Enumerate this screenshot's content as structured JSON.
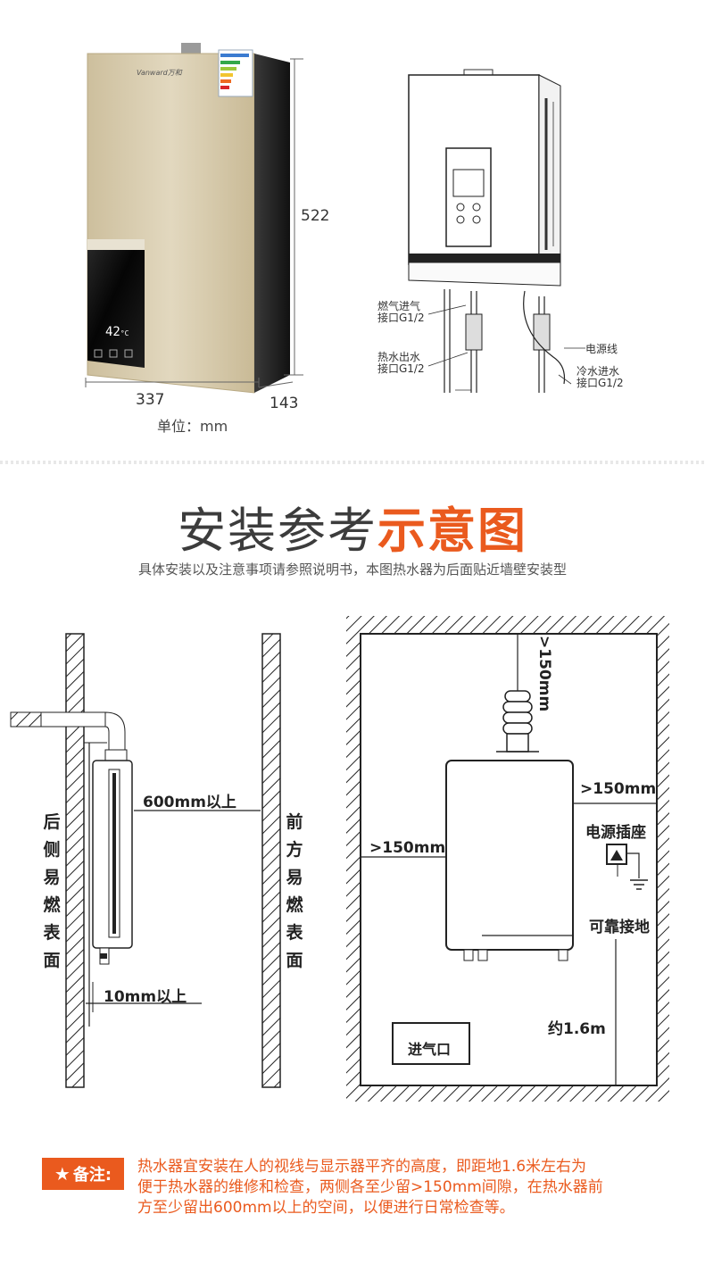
{
  "product": {
    "brand": "Vanward万和",
    "display_temp": "42",
    "display_unit": "°C"
  },
  "dimensions": {
    "height": "522",
    "width": "337",
    "depth": "143",
    "unit": "单位：mm"
  },
  "schematic": {
    "gas_inlet": [
      "燃气进气",
      "接口G1/2"
    ],
    "hot_outlet": [
      "热水出水",
      "接口G1/2"
    ],
    "power_cord": "电源线",
    "cold_inlet": [
      "冷水进水",
      "接口G1/2"
    ]
  },
  "section": {
    "title_plain": "安装参考",
    "title_highlight": "示意图",
    "subtitle": "具体安装以及注意事项请参照说明书，本图热水器为后面贴近墙壁安装型"
  },
  "side_view": {
    "front_clearance": "600mm以上",
    "rear_clearance": "10mm以上",
    "rear_wall": [
      "后",
      "侧",
      "易",
      "燃",
      "表",
      "面"
    ],
    "front_wall": [
      "前",
      "方",
      "易",
      "燃",
      "表",
      "面"
    ]
  },
  "front_view": {
    "top_clearance": ">150mm",
    "right_clearance": ">150mm",
    "left_clearance": ">150mm",
    "power_socket": "电源插座",
    "ground": "可靠接地",
    "height": "约1.6m",
    "air_inlet": "进气口"
  },
  "note": {
    "label": "备注:",
    "lines": [
      "热水器宜安装在人的视线与显示器平齐的高度，即距地1.6米左右为",
      "便于热水器的维修和检查，两侧各至少留>150mm间隙，在热水器前",
      "方至少留出600mm以上的空间，以便进行日常检查等。"
    ]
  },
  "colors": {
    "accent": "#ea5a1e",
    "body_gold": "#d4c7a7",
    "dark": "#1a1a1a"
  }
}
